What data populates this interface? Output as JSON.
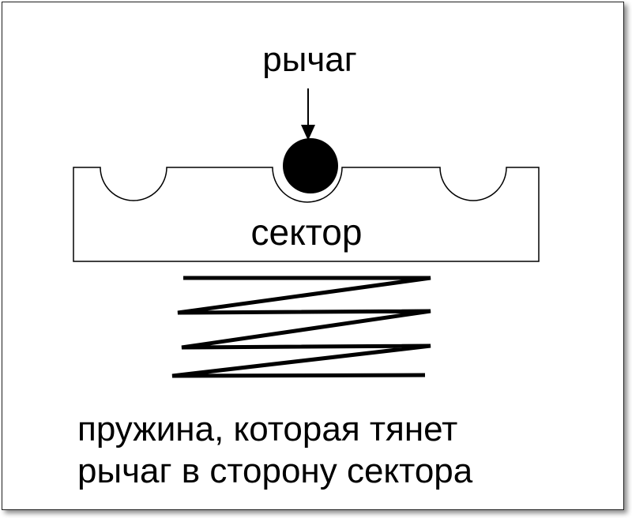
{
  "labels": {
    "lever": "рычаг",
    "sector": "сектор",
    "spring_line1": "пружина, которая тянет",
    "spring_line2": "рычаг в сторону сектора"
  }
}
